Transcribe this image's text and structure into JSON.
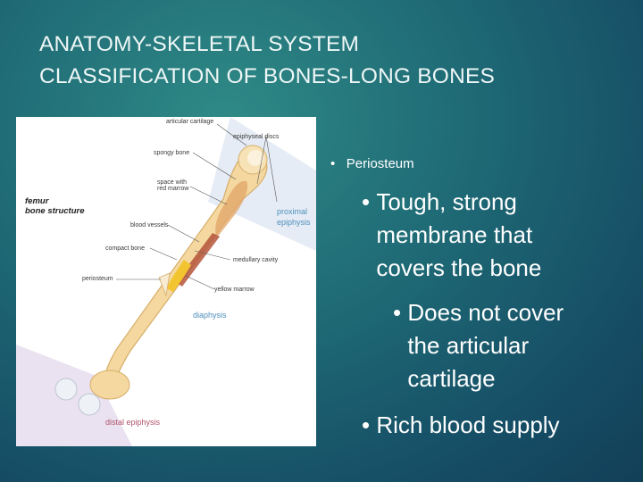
{
  "title": {
    "line1": "ANATOMY-SKELETAL SYSTEM",
    "line2": "CLASSIFICATION OF BONES-LONG BONES"
  },
  "figure": {
    "title_line1": "femur",
    "title_line2": "bone structure",
    "labels": {
      "articular_cartilage": "articular cartilage",
      "epiphyseal_discs": "epiphyseal discs",
      "spongy_bone": "spongy bone",
      "space_red_marrow_1": "space with",
      "space_red_marrow_2": "red marrow",
      "blood_vessels": "blood vessels",
      "compact_bone": "compact bone",
      "periosteum": "periosteum",
      "medullary_cavity": "medullary cavity",
      "yellow_marrow": "yellow marrow",
      "proximal_epiphysis_1": "proximal",
      "proximal_epiphysis_2": "epiphysis",
      "diaphysis": "diaphysis",
      "distal_epiphysis": "distal epiphysis"
    }
  },
  "bullets": {
    "level1": "Periosteum",
    "level2a_lines": [
      "Tough, strong",
      "membrane that",
      "covers the bone"
    ],
    "level3_lines": [
      "Does not cover",
      "the articular",
      "cartilage"
    ],
    "level2b": "Rich blood supply"
  }
}
